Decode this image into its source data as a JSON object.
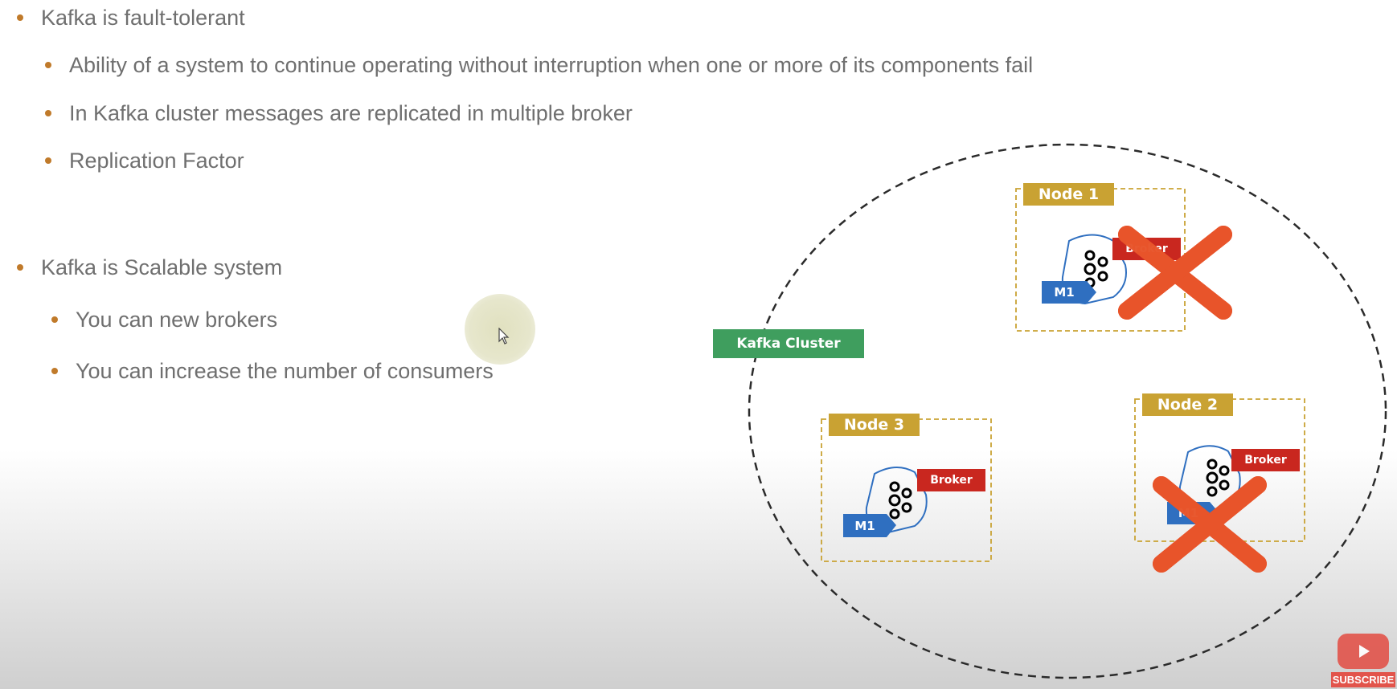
{
  "bullets": {
    "fault_tolerant": "Kafka is fault-tolerant",
    "ability": "Ability of a system to continue operating without interruption when one or more of its components fail",
    "replicated": "In Kafka cluster messages are replicated in multiple broker",
    "replication_factor": "Replication Factor",
    "scalable": "Kafka is Scalable system",
    "new_brokers": "You can new brokers",
    "increase_consumers": "You can increase the number of consumers"
  },
  "diagram": {
    "cluster_label": "Kafka Cluster",
    "nodes": [
      {
        "name": "Node 1",
        "broker": "Broker",
        "message": "M1",
        "failed": true
      },
      {
        "name": "Node 2",
        "broker": "Broker",
        "message": "M1",
        "failed": true
      },
      {
        "name": "Node 3",
        "broker": "Broker",
        "message": "M1",
        "failed": false
      }
    ]
  },
  "colors": {
    "bullet_dot": "#c07a2a",
    "text": "#6f6f6f",
    "cluster_green": "#3f9e5e",
    "node_gold": "#c9a233",
    "broker_red": "#c9271f",
    "message_blue": "#2f6fc0",
    "failure_x": "#e8542a"
  },
  "youtube": {
    "subscribe": "SUBSCRIBE",
    "icon": "play-icon"
  }
}
